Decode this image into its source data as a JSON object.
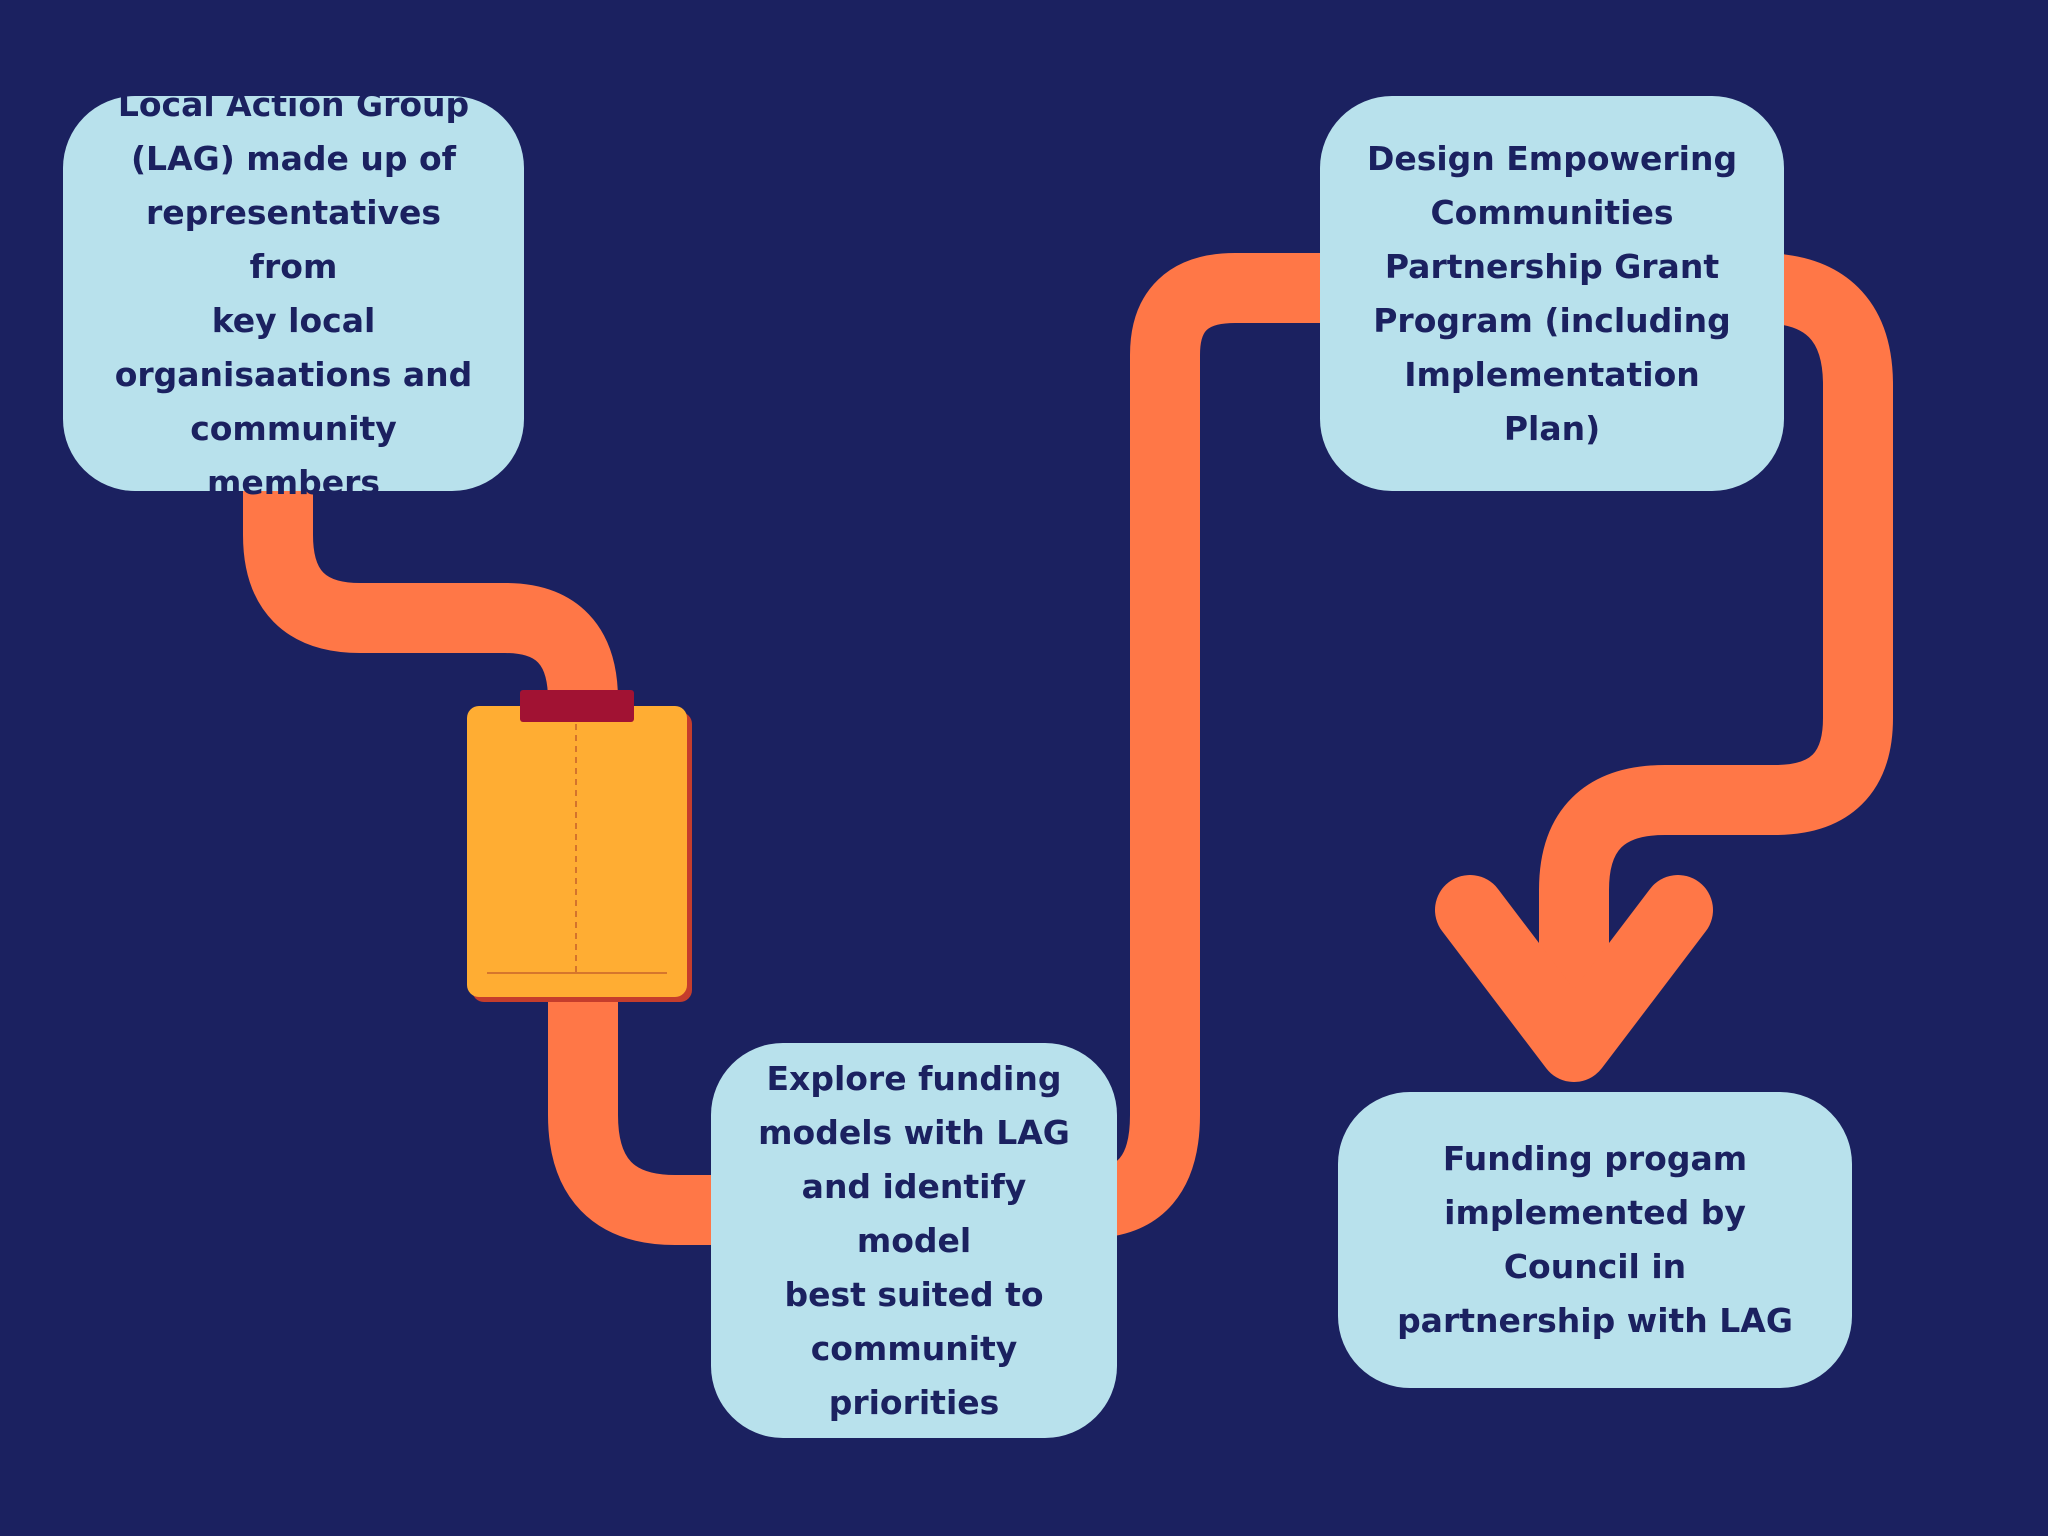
{
  "colors": {
    "background": "#1b2160",
    "box_fill": "#b8e1ec",
    "box_text": "#1b2160",
    "connector": "#ff7747",
    "clipboard_body": "#ffad33",
    "clipboard_clip": "#a11233",
    "clipboard_shadow": "#c53d2c"
  },
  "steps": {
    "lag": "Local Action Group\n(LAG) made up of\nrepresentatives from\nkey local\norganisaations and\ncommunity members",
    "explore": "Explore funding\nmodels with LAG\nand identify model\nbest suited to\ncommunity priorities",
    "design": "Design Empowering\nCommunities\nPartnership Grant\nProgram (including\nImplementation Plan)",
    "funding": "Funding progam\nimplemented by Council in\npartnership with LAG"
  },
  "icons": {
    "clipboard": "clipboard-icon",
    "arrow": "arrow-down-icon"
  }
}
